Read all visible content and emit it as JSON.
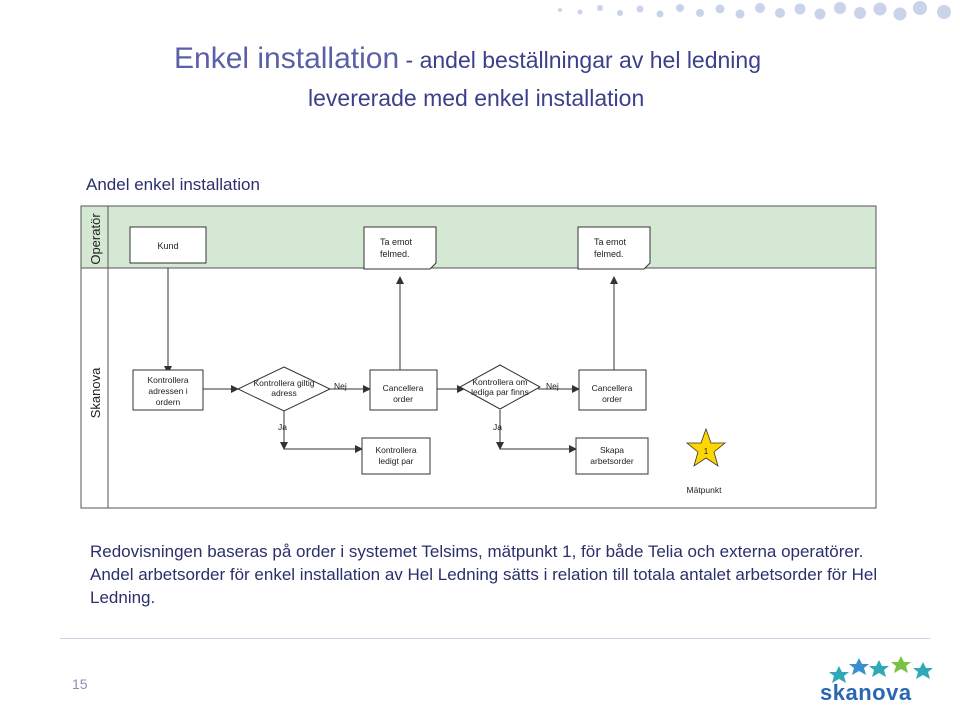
{
  "title": {
    "main": "Enkel installation",
    "sub_line1": " - andel beställningar av hel ledning",
    "sub_line2": "levererade med enkel installation"
  },
  "subtitle": "Andel enkel installation",
  "diagram": {
    "lanes": {
      "top": "Operatör",
      "bottom": "Skanova"
    },
    "nodes": {
      "kund": "Kund",
      "ta_emot_1": "Ta emot felmed.",
      "ta_emot_2": "Ta emot felmed.",
      "kontrollera_adressen": "Kontrollera adressen i ordern",
      "kontrollera_giltig": "Kontrollera giltig adress",
      "cancellera_1": "Cancellera order",
      "kontrollera_lediga": "Kontrollera om lediga par finns",
      "cancellera_2": "Cancellera order",
      "kontrollera_ledigt_par": "Kontrollera ledigt par",
      "skapa_arbetsorder": "Skapa arbetsorder"
    },
    "labels": {
      "nej_1": "Nej",
      "nej_2": "Nej",
      "ja_1": "Ja",
      "ja_2": "Ja",
      "star_number": "1",
      "matpunkt": "Mätpunkt"
    },
    "colors": {
      "lane_top": "#d4e8d4",
      "lane_bottom": "#ffffff",
      "star": "#ffd700",
      "outline": "#333333"
    }
  },
  "body_text": "Redovisningen baseras på order i systemet Telsims, mätpunkt 1, för både Telia och externa operatörer. Andel arbetsorder för enkel installation av Hel Ledning sätts i relation till totala antalet arbetsorder för Hel Ledning.",
  "page_number": "15",
  "logo_text": "skanova"
}
